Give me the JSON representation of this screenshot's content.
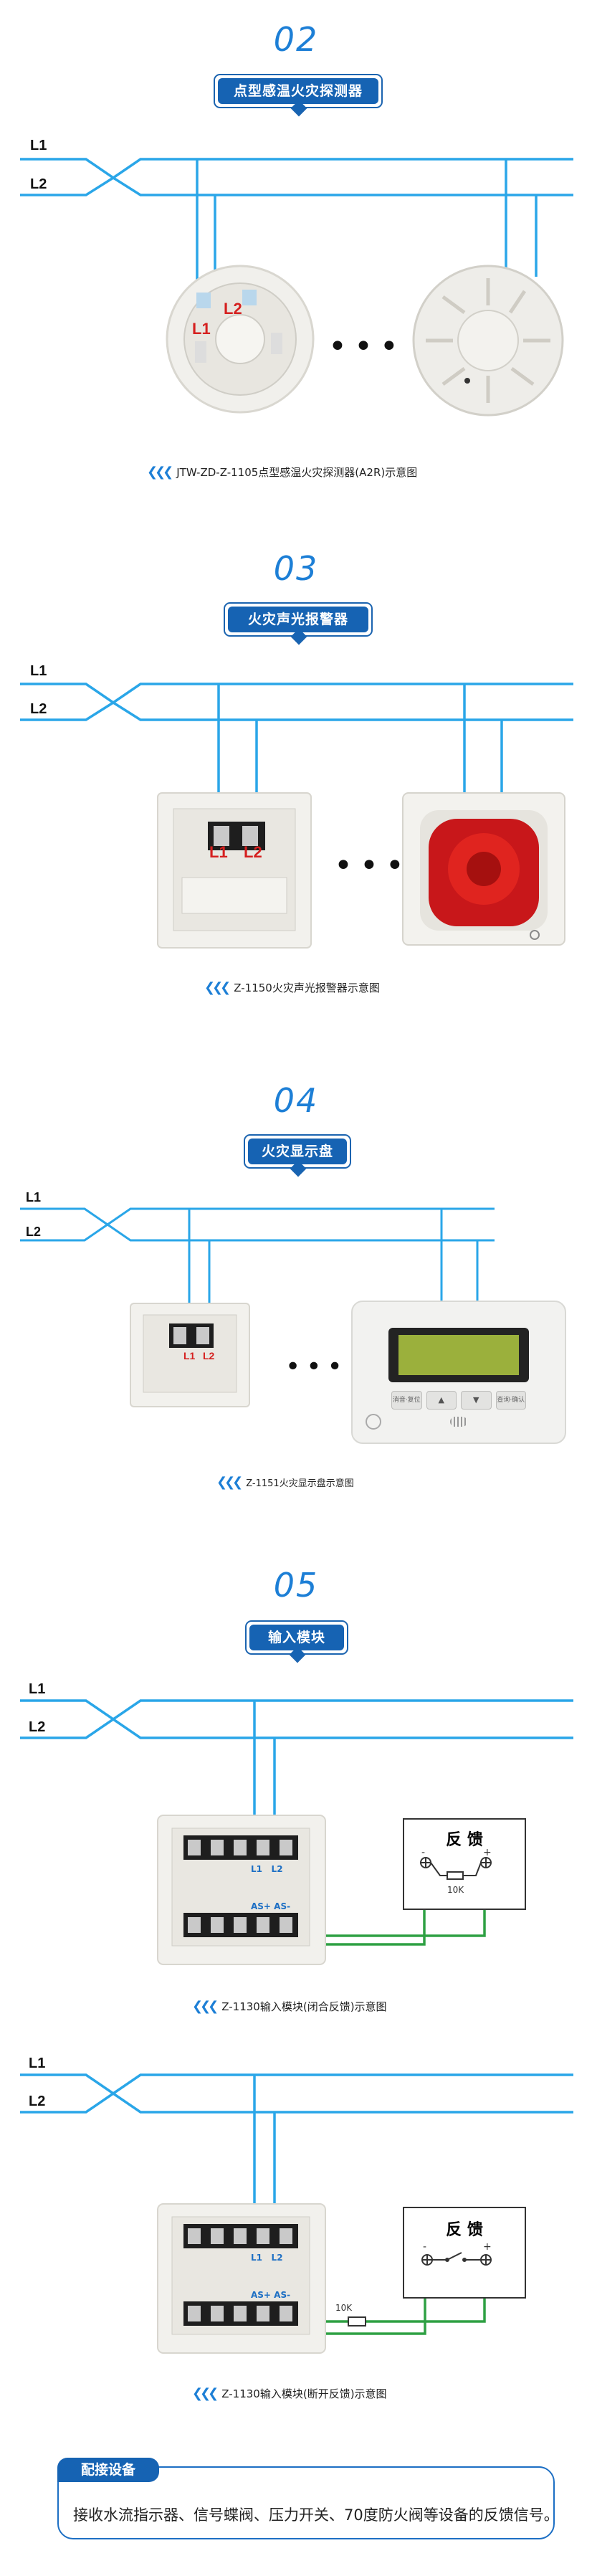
{
  "sections": [
    {
      "number": "02",
      "title": "点型感温火灾探测器",
      "caption": "JTW-ZD-Z-1105点型感温火灾探测器(A2R)示意图",
      "line_labels": [
        "L1",
        "L2"
      ],
      "terminal_labels": [
        "L1",
        "L2"
      ]
    },
    {
      "number": "03",
      "title": "火灾声光报警器",
      "caption": "Z-1150火灾声光报警器示意图",
      "line_labels": [
        "L1",
        "L2"
      ],
      "terminal_labels": [
        "L1",
        "L2"
      ]
    },
    {
      "number": "04",
      "title": "火灾显示盘",
      "caption": "Z-1151火灾显示盘示意图",
      "line_labels": [
        "L1",
        "L2"
      ],
      "terminal_labels": [
        "L1",
        "L2"
      ],
      "panel_buttons": [
        "消音·复位",
        "▲",
        "▼",
        "查询·确认"
      ]
    },
    {
      "number": "05",
      "title": "输入模块",
      "line_labels": [
        "L1",
        "L2"
      ],
      "terminal_labels": [
        "L1",
        "L2"
      ],
      "as_labels": [
        "AS+",
        "AS-"
      ],
      "diagrams": [
        {
          "caption": "Z-1130输入模块(闭合反馈)示意图",
          "feedback_title": "反 馈",
          "resistor": "10K",
          "polarity": [
            "-",
            "+"
          ]
        },
        {
          "caption": "Z-1130输入模块(断开反馈)示意图",
          "feedback_title": "反 馈",
          "resistor": "10K",
          "polarity": [
            "-",
            "+"
          ]
        }
      ]
    }
  ],
  "footer": {
    "tag": "配接设备",
    "text": "接收水流指示器、信号蝶阀、压力开关、70度防火阀等设备的反馈信号。"
  },
  "colors": {
    "wire": "#2aa6e8",
    "feedback_wire": "#2ea043",
    "accent": "#1663b3",
    "terminal_label": "#d5201f"
  },
  "icons": [
    "double-arrow-icon",
    "cross-wire-icon",
    "ellipsis-icon"
  ]
}
